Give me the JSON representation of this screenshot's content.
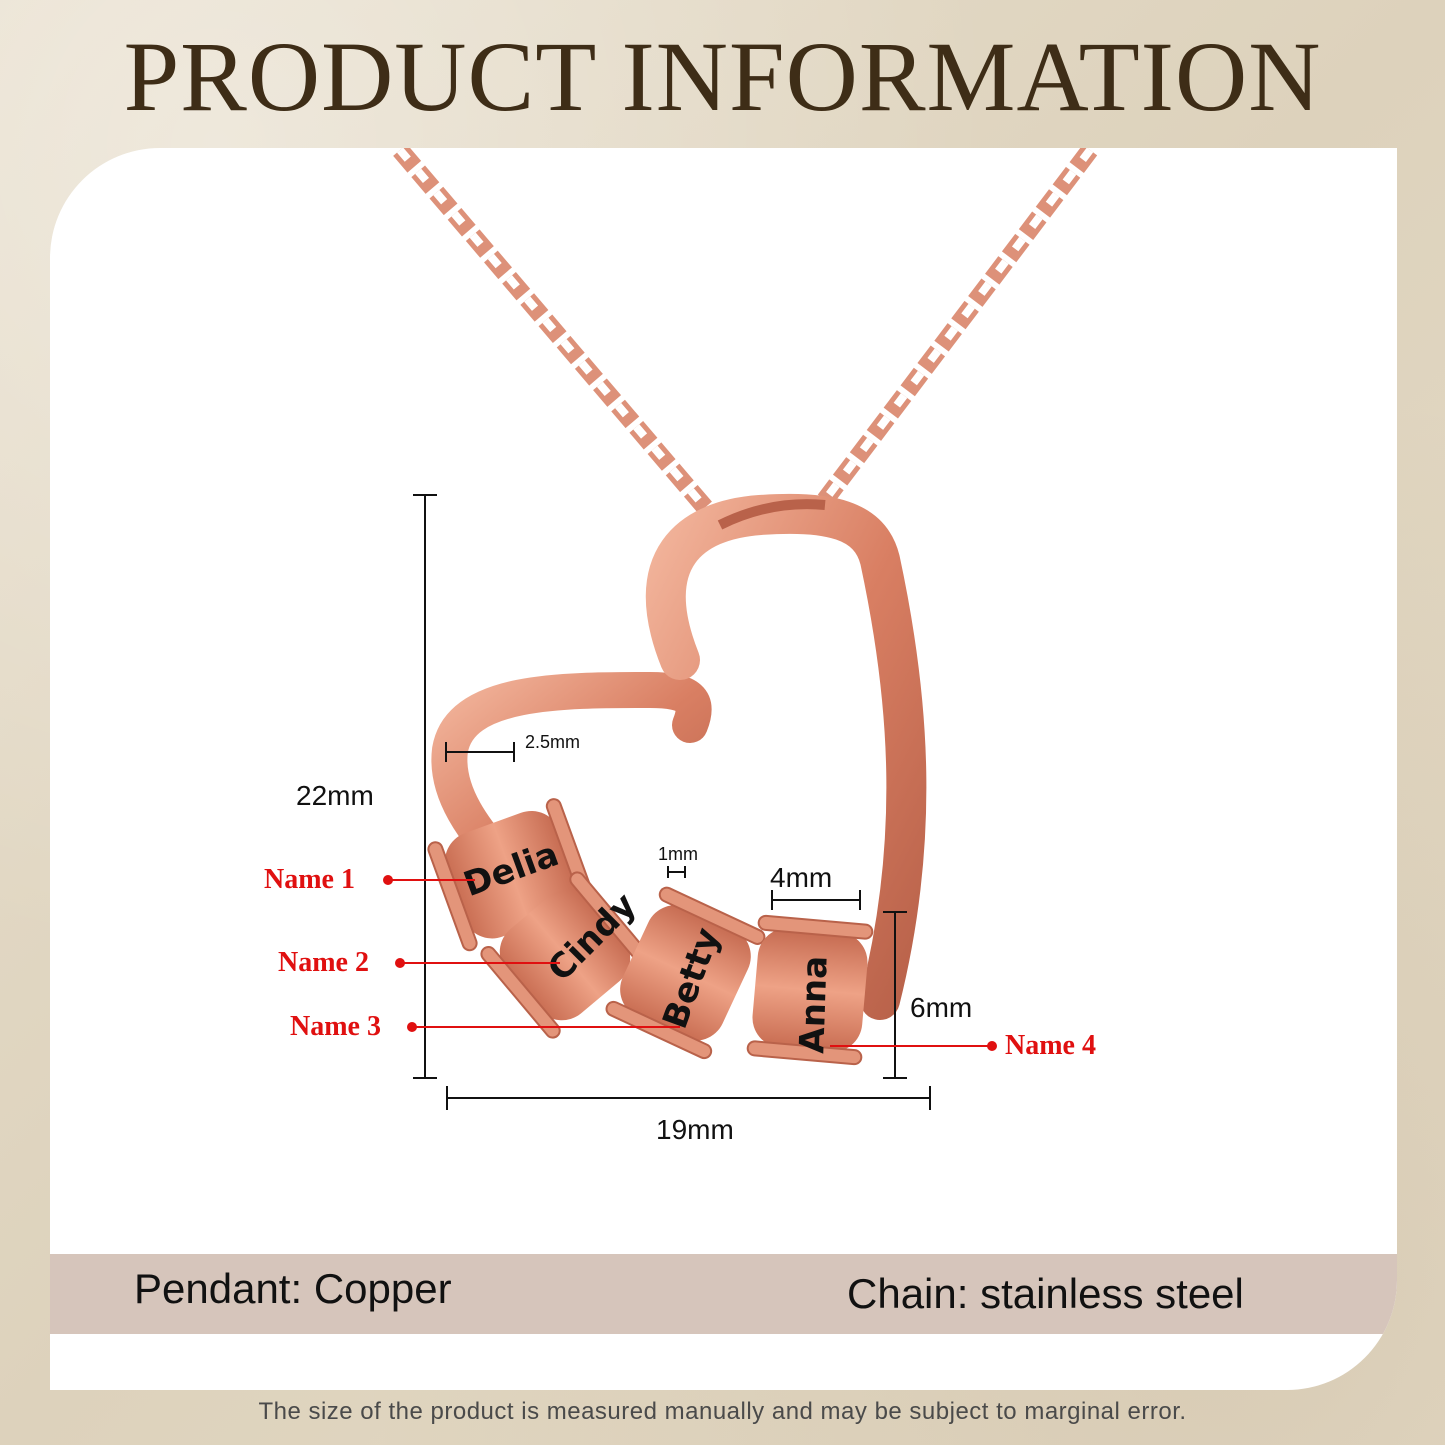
{
  "header": {
    "title": "PRODUCT INFORMATION"
  },
  "dimensions": {
    "height": "22mm",
    "width": "19mm",
    "wire_thickness": "2.5mm",
    "bead_gap": "1mm",
    "bead_width": "4mm",
    "bead_height": "6mm"
  },
  "beads": [
    {
      "label": "Name 1",
      "engraving": "Delia"
    },
    {
      "label": "Name 2",
      "engraving": "Cindy"
    },
    {
      "label": "Name 3",
      "engraving": "Betty"
    },
    {
      "label": "Name 4",
      "engraving": "Anna"
    }
  ],
  "materials": {
    "pendant": "Pendant: Copper",
    "chain": "Chain: stainless steel"
  },
  "footnote": "The size of the product is measured manually and may be subject to marginal error.",
  "colors": {
    "metal": "#d9856a",
    "label_red": "#e01010",
    "title": "#3e2d17",
    "band": "#d6c5bb",
    "background": "#e3d9c6"
  }
}
